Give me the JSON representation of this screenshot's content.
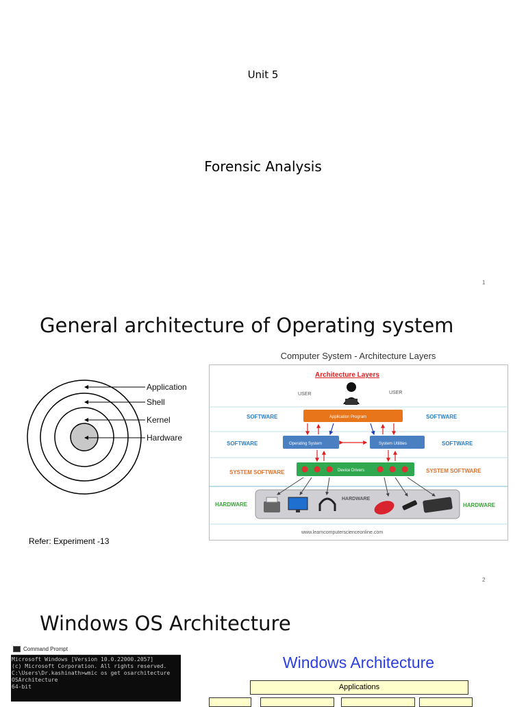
{
  "slide1": {
    "unit": "Unit 5",
    "subject": "Forensic Analysis",
    "page": "1"
  },
  "slide2": {
    "title": "General architecture of Operating system",
    "onion_labels": [
      "Application",
      "Shell",
      "Kernel",
      "Hardware"
    ],
    "refer": "Refer: Experiment -13",
    "arch": {
      "caption": "Computer System - Architecture Layers",
      "heading": "Architecture Layers",
      "user_left": "USER",
      "user_right": "USER",
      "software": "SOFTWARE",
      "application_program": "Application Program",
      "operating_system": "Operating System",
      "system_utilities": "System Utilities",
      "system_software": "SYSTEM SOFTWARE",
      "device_drivers": "Device Drivers",
      "hardware": "HARDWARE",
      "website": "www.learncomputerscienceonline.com"
    },
    "colors": {
      "application": "#e8751a",
      "os": "#4a7fc1",
      "drivers": "#2fa84f",
      "software_text": "#2a7fc9",
      "system_software_text": "#e0702a",
      "hardware_text": "#3ba03b"
    },
    "page": "2"
  },
  "slide3": {
    "title": "Windows OS Architecture",
    "cmd": {
      "window_title": "Command Prompt",
      "lines": [
        "Microsoft Windows [Version 10.0.22000.2057]",
        "(c) Microsoft Corporation. All rights reserved.",
        "",
        "C:\\Users\\Dr.kashinath>wmic os get osarchitecture",
        "OSArchitecture",
        "64-bit"
      ]
    },
    "diagram_title": "Windows Architecture",
    "applications": "Applications"
  }
}
